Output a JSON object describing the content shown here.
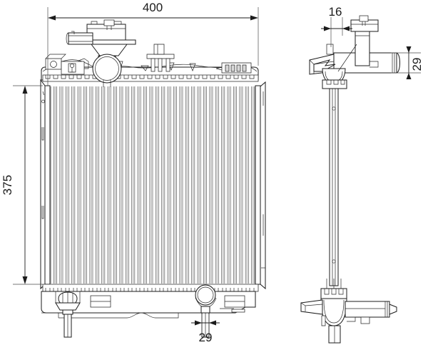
{
  "drawing": {
    "type": "engineering-drawing",
    "subject": "automotive-radiator",
    "views": [
      {
        "name": "front-view",
        "label": ""
      },
      {
        "name": "side-view",
        "label": ""
      }
    ],
    "units": "mm",
    "line_color": "#1b1b1b",
    "fin_color": "#8a8a8a",
    "background_color": "#ffffff"
  },
  "dimensions": {
    "overall_width": "400",
    "overall_height": "375",
    "side_offset": "16",
    "side_depth": "29",
    "bottom_outlet": "29"
  },
  "labels": {
    "width_top": "400",
    "height_left": "375",
    "depth_top_right": "16",
    "depth_right": "29",
    "outlet_bottom": "29"
  }
}
